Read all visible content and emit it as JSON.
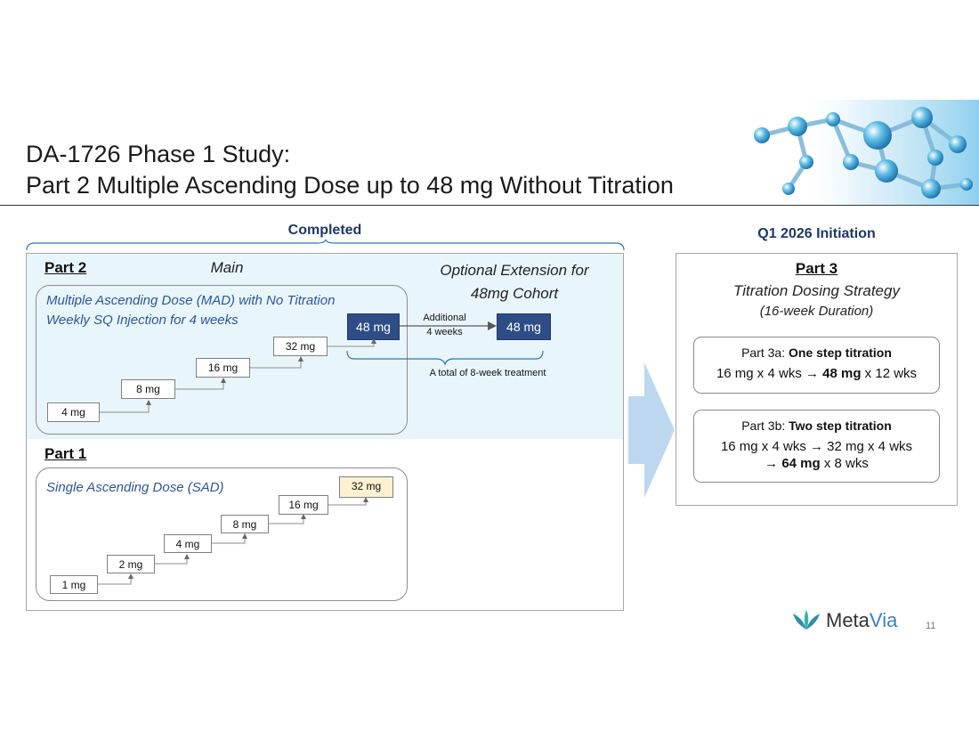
{
  "title": {
    "line1": "DA-1726 Phase 1 Study:",
    "line2": "Part 2 Multiple Ascending Dose up to 48 mg Without Titration"
  },
  "completed_label": "Completed",
  "initiation_label": "Q1 2026 Initiation",
  "part2": {
    "label": "Part 2",
    "main_label": "Main",
    "extension_label": "Optional Extension for 48mg Cohort",
    "mad_line1": "Multiple Ascending Dose (MAD) with No Titration",
    "mad_line2": "Weekly SQ Injection for 4 weeks",
    "doses": [
      "4 mg",
      "8 mg",
      "16 mg",
      "32 mg"
    ],
    "dose_48": "48 mg",
    "extension_dose": "48 mg",
    "additional_line1": "Additional",
    "additional_line2": "4 weeks",
    "total_note": "A total of 8-week treatment"
  },
  "part1": {
    "label": "Part 1",
    "sad_label": "Single Ascending Dose (SAD)",
    "doses": [
      "1 mg",
      "2 mg",
      "4 mg",
      "8 mg",
      "16 mg",
      "32 mg"
    ]
  },
  "part3": {
    "label": "Part 3",
    "strategy": "Titration Dosing Strategy",
    "duration": "(16-week Duration)",
    "part3a_prefix": "Part 3a: ",
    "part3a_title": "One step titration",
    "part3a_line_a": "16 mg x 4 wks → ",
    "part3a_bold": "48 mg",
    "part3a_line_b": " x 12 wks",
    "part3b_prefix": "Part 3b: ",
    "part3b_title": "Two step titration",
    "part3b_line1": "16 mg x 4 wks → 32 mg x 4 wks",
    "part3b_line2_a": "→ ",
    "part3b_bold": "64 mg",
    "part3b_line2_b": " x 8 wks"
  },
  "footer": {
    "brand_a": "Meta",
    "brand_b": "Via",
    "page_number": "11"
  },
  "colors": {
    "navy": "#1f3864",
    "dark_dose": "#2e4d87",
    "band": "#e8f6fb",
    "arrow": "#bdd7ee",
    "brand_blue": "#3b7fc4"
  }
}
